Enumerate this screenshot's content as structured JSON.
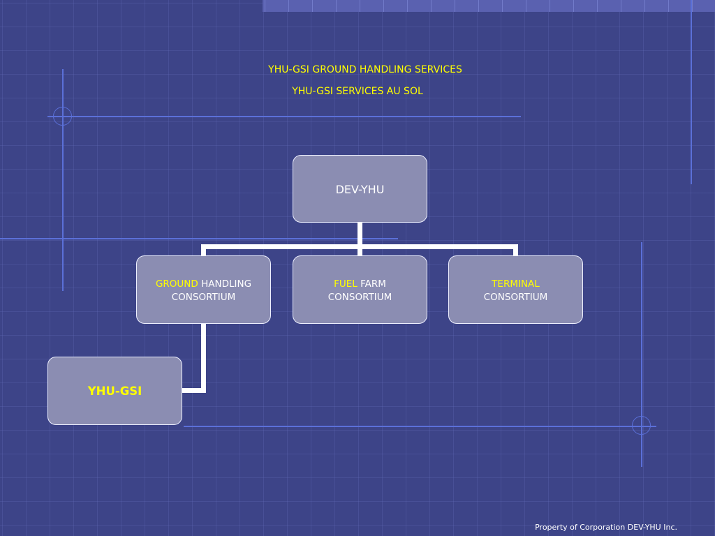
{
  "titles": {
    "line1": "YHU-GSI GROUND HANDLING SERVICES",
    "line2": "YHU-GSI SERVICES AU SOL"
  },
  "org_chart": {
    "root": "DEV-YHU",
    "children": [
      {
        "highlight": "GROUND",
        "rest": "HANDLING",
        "line2": "CONSORTIUM"
      },
      {
        "highlight": "FUEL",
        "rest": "FARM",
        "line2": "CONSORTIUM"
      },
      {
        "highlight": "TERMINAL",
        "rest": "",
        "line2": "CONSORTIUM"
      }
    ],
    "sub_node": "YHU-GSI"
  },
  "footer": "Property of Corporation DEV-YHU Inc.",
  "colors": {
    "background": "#3d4488",
    "node_fill": "#8b8db2",
    "highlight_text": "#ffff00",
    "connector": "#ffffff",
    "decoration": "#5b70d8"
  }
}
